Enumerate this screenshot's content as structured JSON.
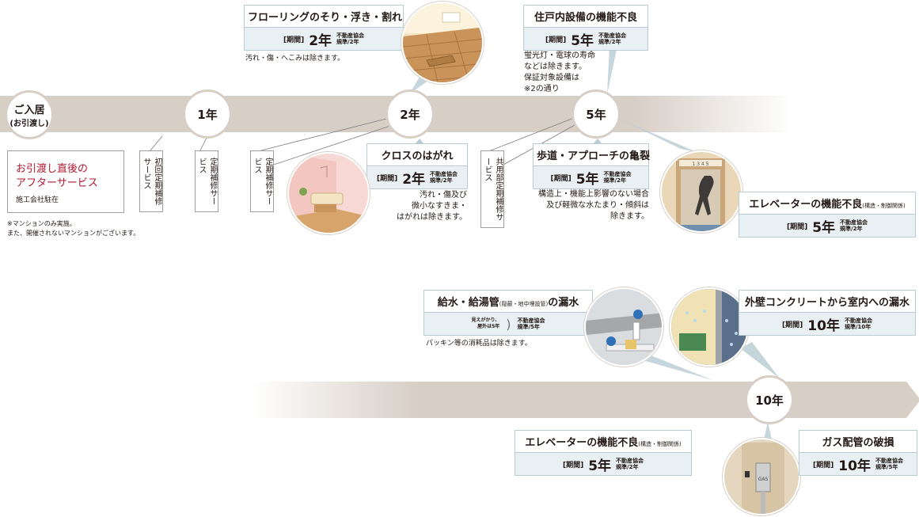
{
  "timeline": {
    "move_in": "ご入居",
    "move_in_sub": "(お引渡し)",
    "n1": "1年",
    "n2": "2年",
    "n5": "5年",
    "n10": "10年"
  },
  "after_service": {
    "title1": "お引渡し直後の",
    "title2": "アフターサービス",
    "sub": "施工会社駐在",
    "note1": "※マンションのみ実施。",
    "note2": "また、開催されないマンションがございます。"
  },
  "vertical_labels": {
    "initial": "初回定期補修サービス",
    "periodic1": "定期補修サービス",
    "periodic2": "定期補修サービス",
    "common": "共用部定期補修サービス"
  },
  "period_label": "[期間]",
  "items": {
    "flooring": {
      "title": "フローリングのそり・浮き・割れ",
      "years": "2年",
      "std1": "不動産協会",
      "std2": "規準/2年",
      "note": "汚れ・傷・へこみは除きます。"
    },
    "equipment": {
      "title": "住戸内設備の機能不良",
      "years": "5年",
      "std1": "不動産協会",
      "std2": "規準/2年",
      "note1": "蛍光灯・電球の寿命",
      "note2": "などは除きます。",
      "note3": "保証対象設備は",
      "note4": "※2の通り"
    },
    "cloth": {
      "title": "クロスのはがれ",
      "years": "2年",
      "std1": "不動産協会",
      "std2": "規準/2年",
      "note1": "汚れ・傷及び",
      "note2": "微小なすきま・",
      "note3": "はがれは除きます。"
    },
    "sidewalk": {
      "title": "歩道・アプローチの亀裂",
      "years": "5年",
      "std1": "不動産協会",
      "std2": "規準/2年",
      "note1": "構造上・機能上影響のない場合",
      "note2": "及び軽微な水たまり・傾斜は",
      "note3": "除きます。"
    },
    "elevator5": {
      "title": "エレベーターの機能不良",
      "title_small": "(構造・制御関係)",
      "years": "5年",
      "std1": "不動産協会",
      "std2": "規準/2年"
    },
    "water_pipe": {
      "title": "給水・給湯管",
      "title_small": "(隠蔽・地中埋設管)",
      "title_tail": "の漏水",
      "pre1": "見えがかり、",
      "pre2": "屋外は5年",
      "std1": "不動産協会",
      "std2": "規準/5年",
      "note": "パッキン等の消耗品は除きます。"
    },
    "wall_leak": {
      "title": "外壁コンクリートから室内への漏水",
      "years": "10年",
      "std1": "不動産協会",
      "std2": "規準/10年"
    },
    "elevator10": {
      "title": "エレベーターの機能不良",
      "title_small": "(構造・制御関係)",
      "years": "5年",
      "std1": "不動産協会",
      "std2": "規準/2年"
    },
    "gas": {
      "title": "ガス配管の破損",
      "years": "10年",
      "std1": "不動産協会",
      "std2": "規準/5年"
    }
  },
  "elevator_panel": "1 3 4 5",
  "gas_label": "GAS",
  "colors": {
    "band": "#d7cec6",
    "box_border": "#b7ccd3",
    "box_fill": "#e8f0f3",
    "accent_red": "#b2172e"
  }
}
